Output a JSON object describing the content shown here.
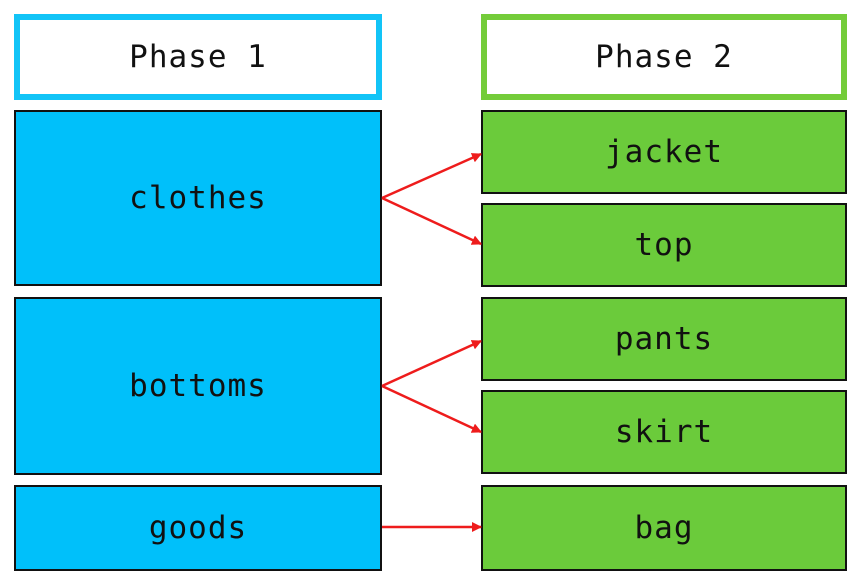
{
  "headers": {
    "phase1": "Phase 1",
    "phase2": "Phase 2"
  },
  "phase1": {
    "clothes": "clothes",
    "bottoms": "bottoms",
    "goods": "goods"
  },
  "phase2": {
    "jacket": "jacket",
    "top": "top",
    "pants": "pants",
    "skirt": "skirt",
    "bag": "bag"
  },
  "colors": {
    "phase1_fill": "#00c0fa",
    "phase1_header_border": "#12c4f7",
    "phase2_fill": "#6bcb3b",
    "phase2_header_border": "#74cc3a",
    "arrow": "#ee1c1c"
  },
  "connections": [
    {
      "from": "clothes",
      "to": "jacket"
    },
    {
      "from": "clothes",
      "to": "top"
    },
    {
      "from": "bottoms",
      "to": "pants"
    },
    {
      "from": "bottoms",
      "to": "skirt"
    },
    {
      "from": "goods",
      "to": "bag"
    }
  ]
}
